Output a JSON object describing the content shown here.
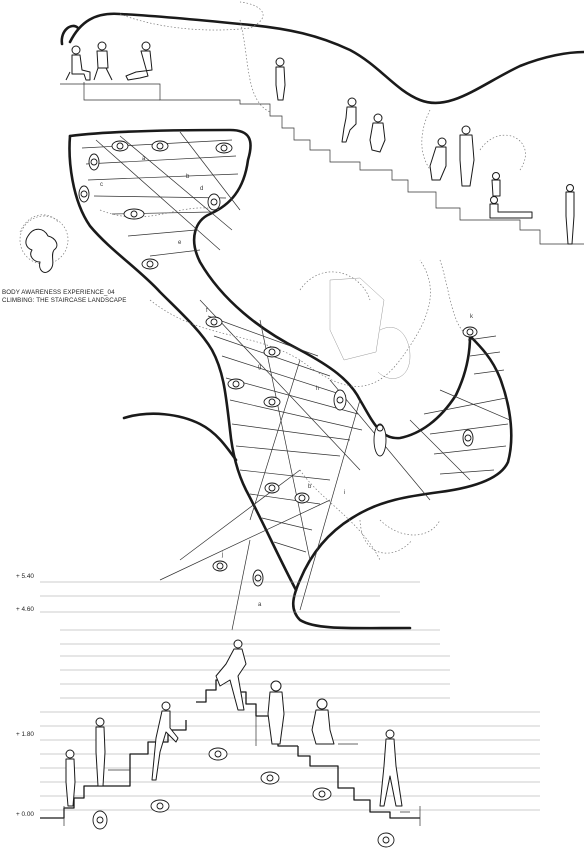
{
  "caption": {
    "line1": "BODY AWARENESS EXPERIENCE_04",
    "line2": "CLIMBING:  THE STAIRCASE LANDSCAPE"
  },
  "levels": [
    {
      "label": "+ 5.40"
    },
    {
      "label": "+ 4.60"
    },
    {
      "label": "+ 1.80"
    },
    {
      "label": "+ 0.00"
    }
  ],
  "plan_letters": [
    "a",
    "b",
    "c",
    "d",
    "e",
    "f",
    "g",
    "h",
    "i",
    "j",
    "k"
  ]
}
